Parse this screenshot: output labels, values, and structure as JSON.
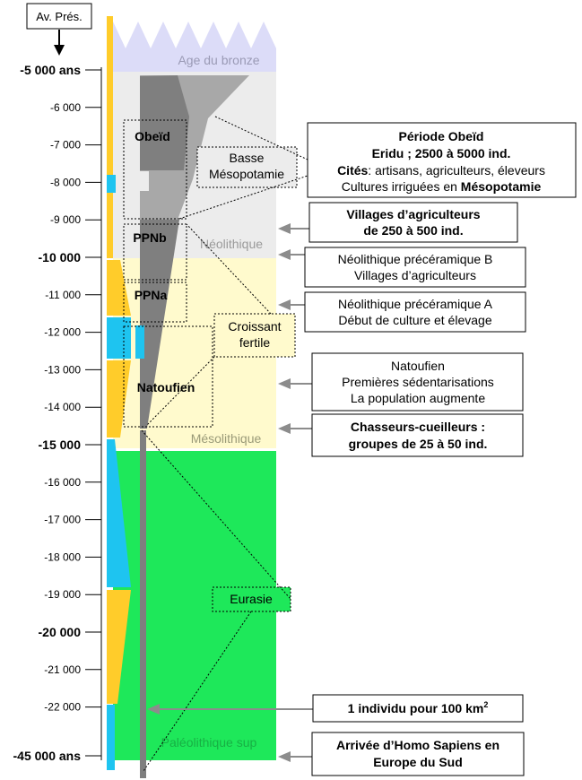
{
  "header_label": "Av. Prés.",
  "axis_ticks": [
    {
      "label": "-5 000 ans",
      "bold": true
    },
    {
      "label": "-6 000",
      "bold": false
    },
    {
      "label": "-7 000",
      "bold": false
    },
    {
      "label": "-8 000",
      "bold": false
    },
    {
      "label": "-9 000",
      "bold": false
    },
    {
      "label": "-10 000",
      "bold": true
    },
    {
      "label": "-11 000",
      "bold": false
    },
    {
      "label": "-12 000",
      "bold": false
    },
    {
      "label": "-13 000",
      "bold": false
    },
    {
      "label": "-14 000",
      "bold": false
    },
    {
      "label": "-15 000",
      "bold": true
    },
    {
      "label": "-16 000",
      "bold": false
    },
    {
      "label": "-17 000",
      "bold": false
    },
    {
      "label": "-18 000",
      "bold": false
    },
    {
      "label": "-19 000",
      "bold": false
    },
    {
      "label": "-20 000",
      "bold": true
    },
    {
      "label": "-21 000",
      "bold": false
    },
    {
      "label": "-22 000",
      "bold": false
    },
    {
      "label": "-45 000 ans",
      "bold": true
    }
  ],
  "period_labels": {
    "bronze": "Age du bronze",
    "neolithique": "Néolithique",
    "mesolithique": "Mésolithique",
    "paleolithique": "Paléolithique sup"
  },
  "culture_labels": {
    "obeid": "Obeïd",
    "ppnb": "PPNb",
    "ppna": "PPNa",
    "natoufien": "Natoufien"
  },
  "regions": {
    "basse_mesopotamie": [
      "Basse",
      "Mésopotamie"
    ],
    "croissant_fertile": [
      "Croissant",
      "fertile"
    ],
    "eurasie": "Eurasie"
  },
  "info_boxes": {
    "obeid": {
      "title": "Période Obeïd",
      "line2": "Eridu ;  2500 à 5000 ind.",
      "line3_bold": "Cités",
      "line3_rest": ": artisans, agriculteurs, éleveurs",
      "line4_plain": "Cultures irriguées en ",
      "line4_bold": "Mésopotamie"
    },
    "villages": [
      "Villages d’agriculteurs",
      "de 250 à 500 ind."
    ],
    "ppnb": [
      "Néolithique précéramique B",
      "Villages d’agriculteurs"
    ],
    "ppna": [
      "Néolithique précéramique A",
      "Début de culture et élevage"
    ],
    "natoufien": [
      "Natoufien",
      "Premières sédentarisations",
      "La population augmente"
    ],
    "chasseurs": [
      "Chasseurs-cueilleurs :",
      "groupes de 25 à 50 ind."
    ],
    "densite": {
      "main": "1 individu pour 100 km",
      "sup": "2"
    },
    "homo": [
      "Arrivée d’Homo Sapiens en",
      "Europe du Sud"
    ]
  },
  "colors": {
    "bronze": "#dcdcf8",
    "neolithique": "#ececec",
    "mesolithique": "#fffacd",
    "paleolithique": "#1ee85a",
    "climate_warm": "#ffcc2a",
    "climate_cold": "#1ec4f0",
    "population": "#a8a8a8",
    "population_dark": "#7f7f7f"
  }
}
